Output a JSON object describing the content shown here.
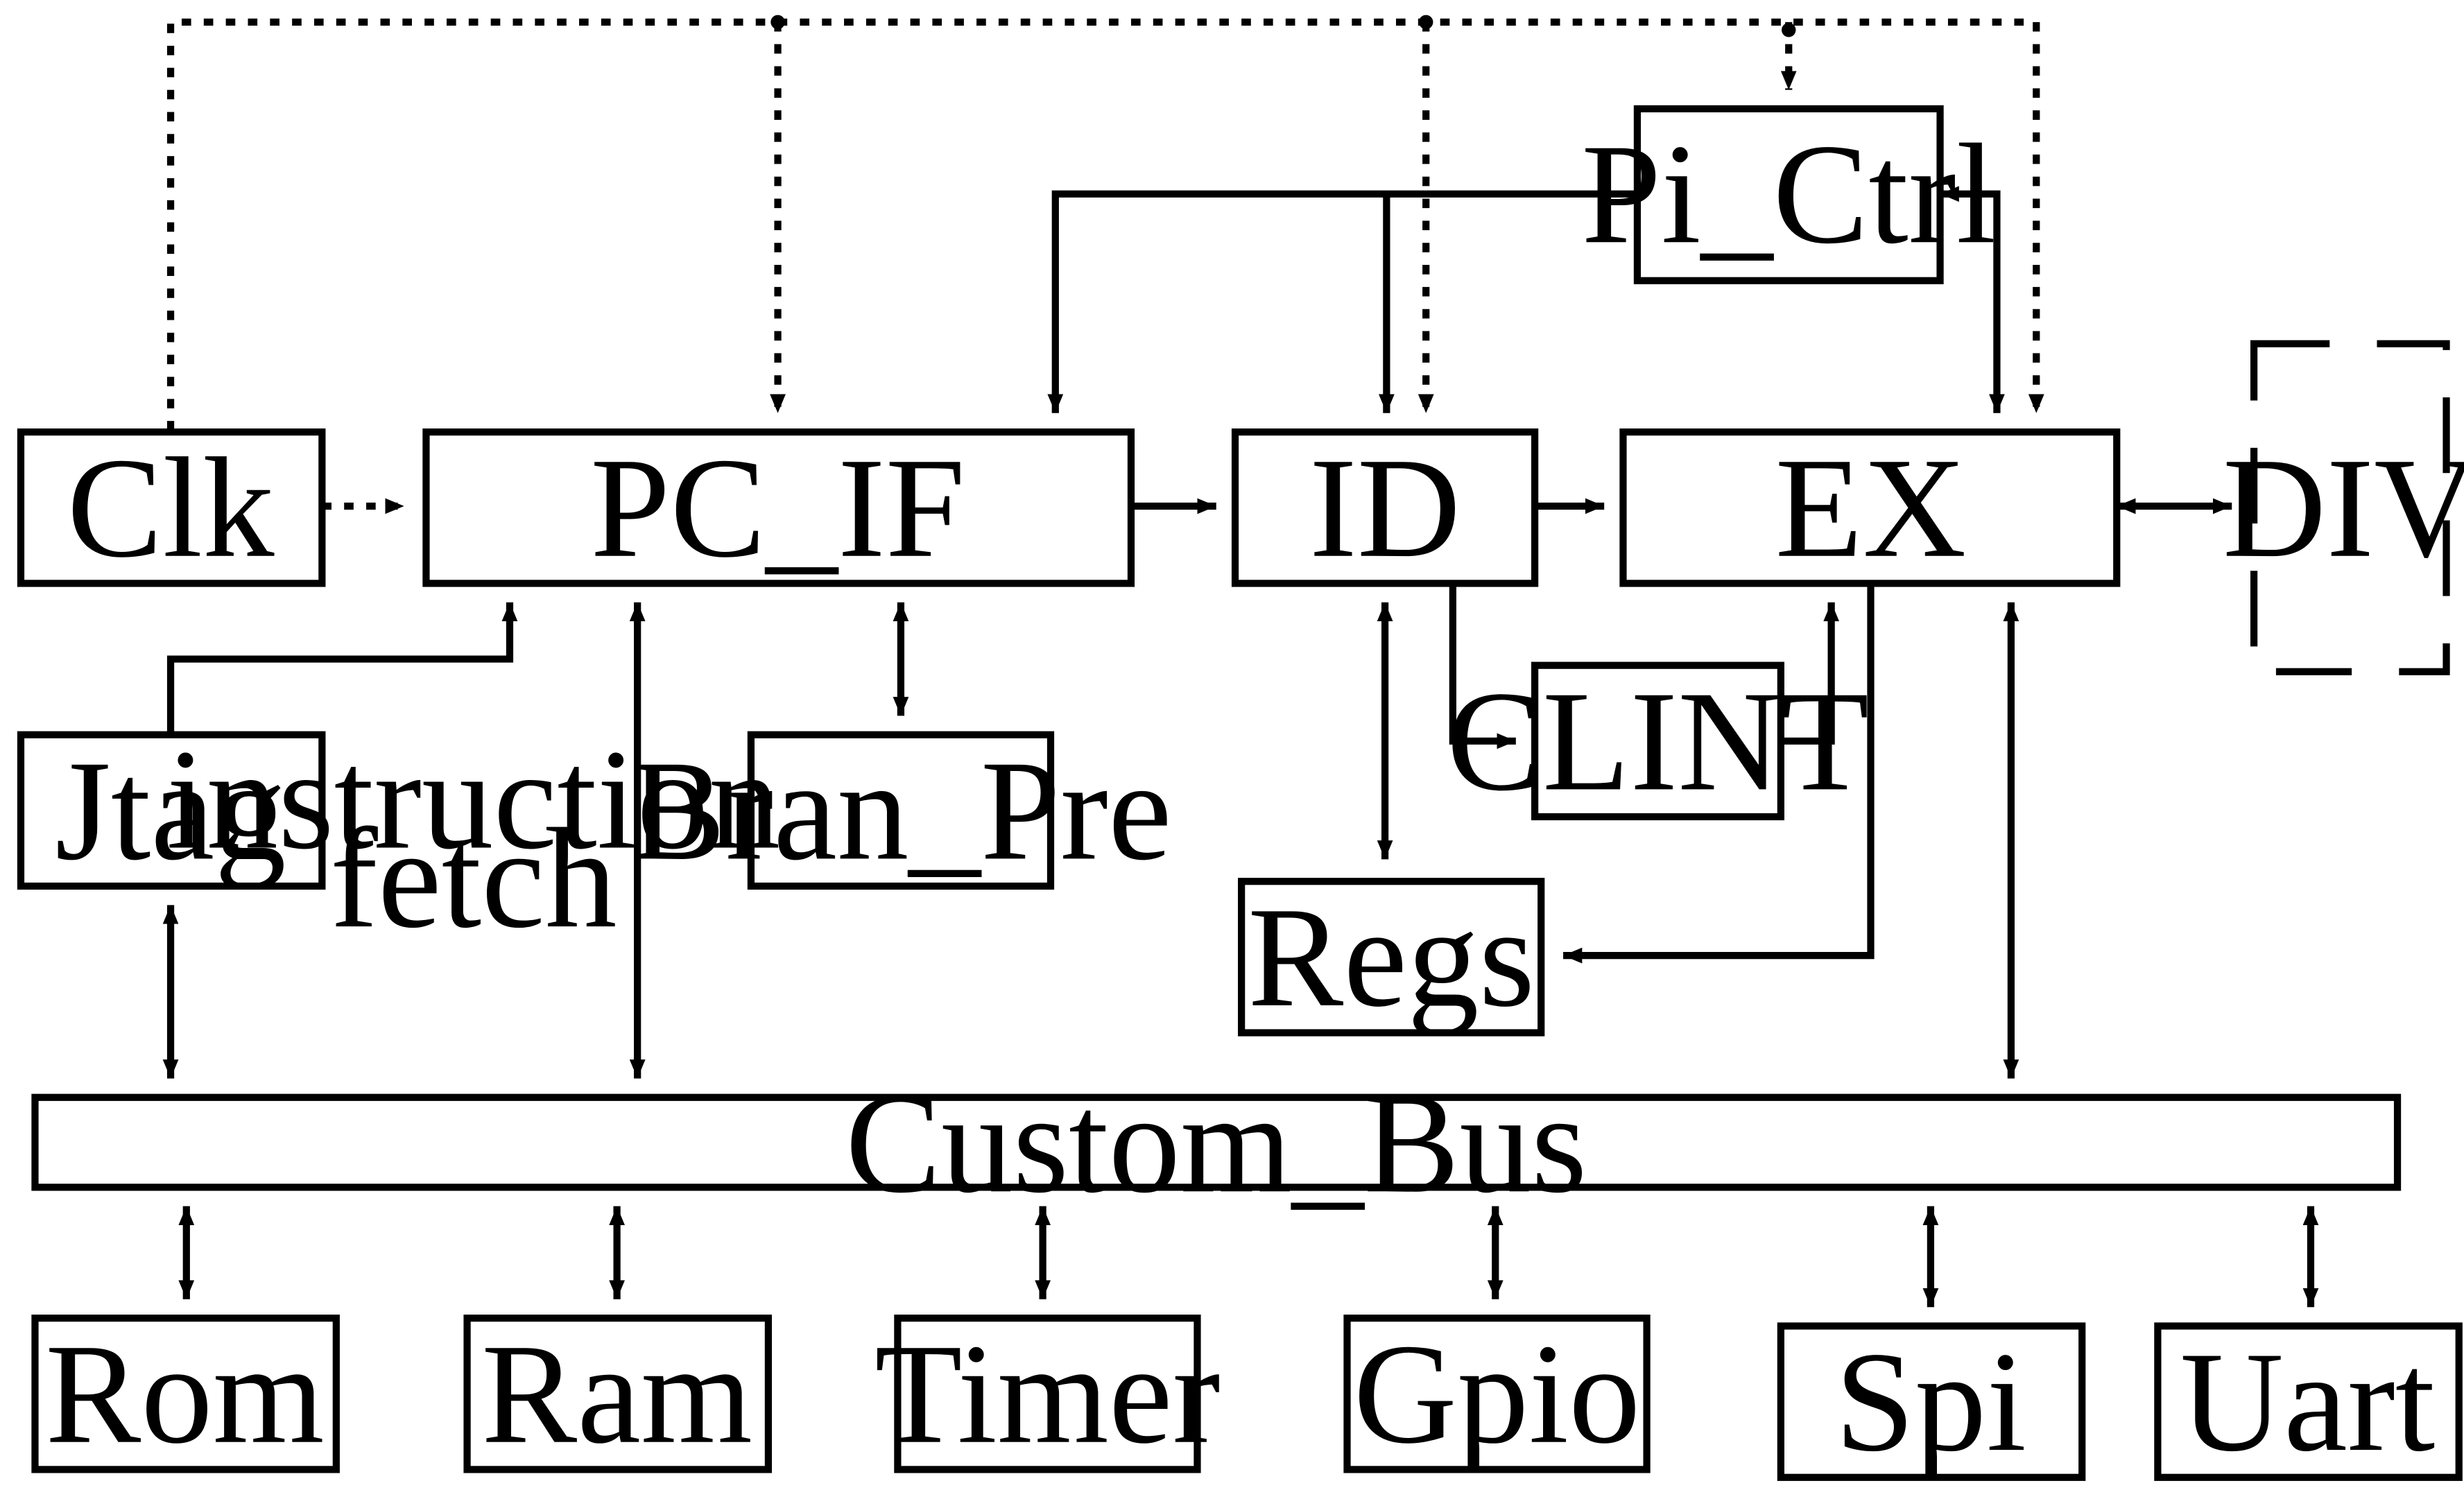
{
  "blocks": {
    "clk": "Clk",
    "pc_if": "PC_IF",
    "id": "ID",
    "ex": "EX",
    "div": "DIV",
    "pi_ctrl": "Pi_Ctrl",
    "jtag": "Jtag",
    "bran_pre": "Bran_Pre",
    "clint": "CLINT",
    "regs": "Regs",
    "custom_bus": "Custom_Bus",
    "rom": "Rom",
    "ram": "Ram",
    "timer": "Timer",
    "gpio": "Gpio",
    "spi": "Spi",
    "uart": "Uart"
  },
  "annotations": {
    "instruction_line1": "instruction",
    "instruction_line2": "fetch"
  }
}
